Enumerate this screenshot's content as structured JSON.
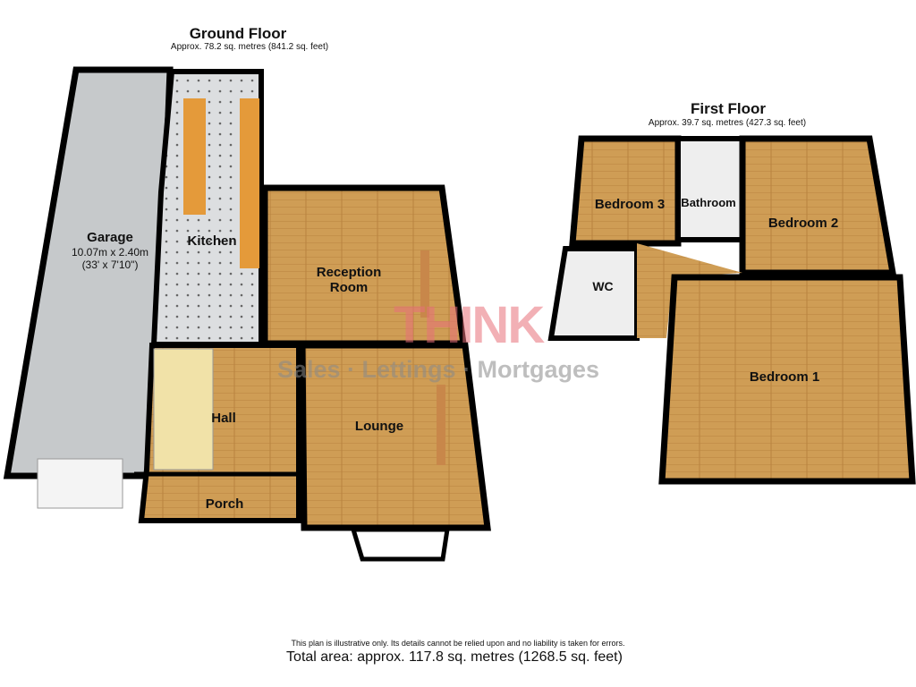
{
  "ground_floor": {
    "title": "Ground Floor",
    "area": "Approx. 78.2 sq. metres (841.2 sq. feet)",
    "rooms": {
      "garage": {
        "label": "Garage",
        "dim_m": "10.07m x 2.40m",
        "dim_ft": "(33' x 7'10\")"
      },
      "kitchen": {
        "label": "Kitchen"
      },
      "reception": {
        "label": "Reception Room"
      },
      "hall": {
        "label": "Hall"
      },
      "lounge": {
        "label": "Lounge"
      },
      "porch": {
        "label": "Porch"
      }
    }
  },
  "first_floor": {
    "title": "First Floor",
    "area": "Approx. 39.7 sq. metres (427.3 sq. feet)",
    "rooms": {
      "bedroom3": {
        "label": "Bedroom 3"
      },
      "bathroom": {
        "label": "Bathroom"
      },
      "bedroom2": {
        "label": "Bedroom 2"
      },
      "wc": {
        "label": "WC"
      },
      "bedroom1": {
        "label": "Bedroom 1"
      }
    }
  },
  "watermark": {
    "brand": "THINK",
    "tagline": "Sales · Lettings · Mortgages"
  },
  "footer": {
    "disclaimer": "This plan is illustrative only. Its details cannot be relied upon and no liability is taken for errors.",
    "total": "Total area: approx. 117.8 sq. metres (1268.5 sq. feet)"
  },
  "colors": {
    "wall": "#000000",
    "wood": "#c8974f",
    "garage_floor": "#c9cbcc",
    "kitchen_floor": "#d6d8da",
    "watermark_red": "#e8707a",
    "watermark_grey": "#8a8a8a"
  }
}
